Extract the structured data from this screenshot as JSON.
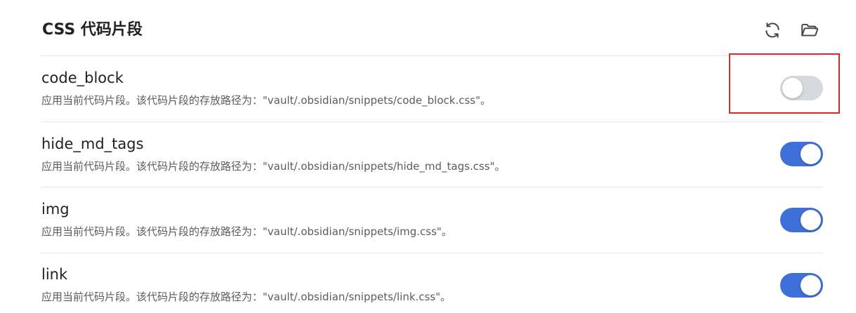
{
  "header": {
    "title": "CSS 代码片段",
    "reload_icon": "reload-icon",
    "folder_icon": "folder-open-icon"
  },
  "snippets": [
    {
      "name": "code_block",
      "description": "应用当前代码片段。该代码片段的存放路径为：\"vault/.obsidian/snippets/code_block.css\"。",
      "enabled": false
    },
    {
      "name": "hide_md_tags",
      "description": "应用当前代码片段。该代码片段的存放路径为：\"vault/.obsidian/snippets/hide_md_tags.css\"。",
      "enabled": true
    },
    {
      "name": "img",
      "description": "应用当前代码片段。该代码片段的存放路径为：\"vault/.obsidian/snippets/img.css\"。",
      "enabled": true
    },
    {
      "name": "link",
      "description": "应用当前代码片段。该代码片段的存放路径为：\"vault/.obsidian/snippets/link.css\"。",
      "enabled": true
    }
  ],
  "colors": {
    "toggle_on": "#3f6fd8",
    "toggle_off": "#d6dade",
    "highlight": "#d9262c"
  }
}
